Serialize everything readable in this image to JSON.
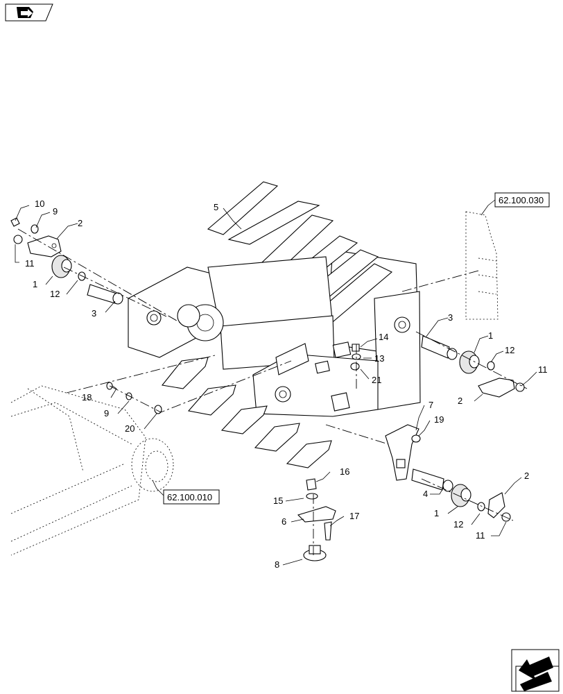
{
  "callouts": [
    {
      "id": "c10",
      "text": "10"
    },
    {
      "id": "c9a",
      "text": "9"
    },
    {
      "id": "c2a",
      "text": "2"
    },
    {
      "id": "c11a",
      "text": "11"
    },
    {
      "id": "c1a",
      "text": "1"
    },
    {
      "id": "c12a",
      "text": "12"
    },
    {
      "id": "c3a",
      "text": "3"
    },
    {
      "id": "c5",
      "text": "5"
    },
    {
      "id": "c3b",
      "text": "3"
    },
    {
      "id": "c1b",
      "text": "1"
    },
    {
      "id": "c12b",
      "text": "12"
    },
    {
      "id": "c11b",
      "text": "11"
    },
    {
      "id": "c2b",
      "text": "2"
    },
    {
      "id": "c14",
      "text": "14"
    },
    {
      "id": "c13",
      "text": "13"
    },
    {
      "id": "c21",
      "text": "21"
    },
    {
      "id": "c18",
      "text": "18"
    },
    {
      "id": "c9b",
      "text": "9"
    },
    {
      "id": "c20",
      "text": "20"
    },
    {
      "id": "c7",
      "text": "7"
    },
    {
      "id": "c19",
      "text": "19"
    },
    {
      "id": "c16",
      "text": "16"
    },
    {
      "id": "c15",
      "text": "15"
    },
    {
      "id": "c6",
      "text": "6"
    },
    {
      "id": "c17",
      "text": "17"
    },
    {
      "id": "c8",
      "text": "8"
    },
    {
      "id": "c4",
      "text": "4"
    },
    {
      "id": "c1c",
      "text": "1"
    },
    {
      "id": "c12c",
      "text": "12"
    },
    {
      "id": "c11c",
      "text": "11"
    },
    {
      "id": "c2c",
      "text": "2"
    }
  ],
  "references": {
    "upper_right": "62.100.030",
    "lower_left": "62.100.010"
  },
  "nav": {
    "top_icon": "book-arrow-icon",
    "bottom_icon": "next-page-arrow-icon"
  }
}
